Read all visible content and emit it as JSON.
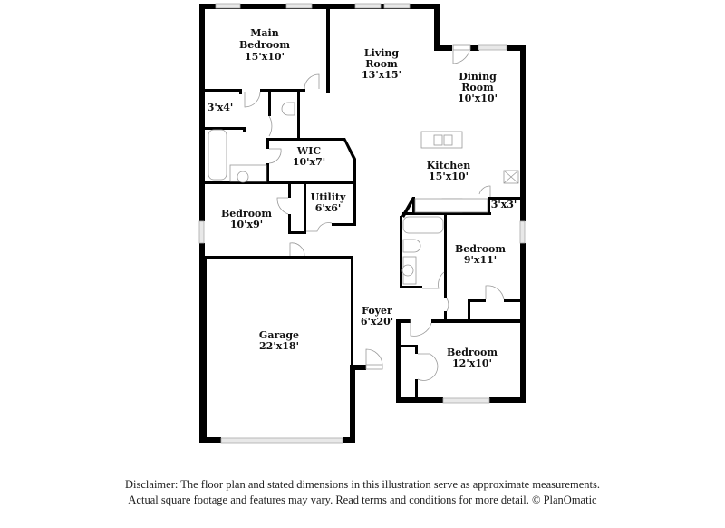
{
  "floorplan": {
    "rooms": [
      {
        "id": "main-bedroom",
        "name_line1": "Main",
        "name_line2": "Bedroom",
        "dims": "15'x10'"
      },
      {
        "id": "living-room",
        "name_line1": "Living",
        "name_line2": "Room",
        "dims": "13'x15'"
      },
      {
        "id": "dining-room",
        "name_line1": "Dining",
        "name_line2": "Room",
        "dims": "10'x10'"
      },
      {
        "id": "closet-3x4",
        "name_line1": "",
        "name_line2": "",
        "dims": "3'x4'"
      },
      {
        "id": "wic",
        "name_line1": "WIC",
        "name_line2": "",
        "dims": "10'x7'"
      },
      {
        "id": "kitchen",
        "name_line1": "Kitchen",
        "name_line2": "",
        "dims": "15'x10'"
      },
      {
        "id": "pantry-3x3",
        "name_line1": "",
        "name_line2": "",
        "dims": "3'x3'"
      },
      {
        "id": "bedroom-10x9",
        "name_line1": "Bedroom",
        "name_line2": "",
        "dims": "10'x9'"
      },
      {
        "id": "utility",
        "name_line1": "Utility",
        "name_line2": "",
        "dims": "6'x6'"
      },
      {
        "id": "bedroom-9x11",
        "name_line1": "Bedroom",
        "name_line2": "",
        "dims": "9'x11'"
      },
      {
        "id": "foyer",
        "name_line1": "Foyer",
        "name_line2": "",
        "dims": "6'x20'"
      },
      {
        "id": "garage",
        "name_line1": "Garage",
        "name_line2": "",
        "dims": "22'x18'"
      },
      {
        "id": "bedroom-12x10",
        "name_line1": "Bedroom",
        "name_line2": "",
        "dims": "12'x10'"
      }
    ]
  },
  "disclaimer": {
    "line1": "Disclaimer: The floor plan and stated dimensions in this illustration serve as approximate measurements.",
    "line2": "Actual square footage and features may vary. Read terms and conditions for more detail. © PlanOmatic"
  }
}
